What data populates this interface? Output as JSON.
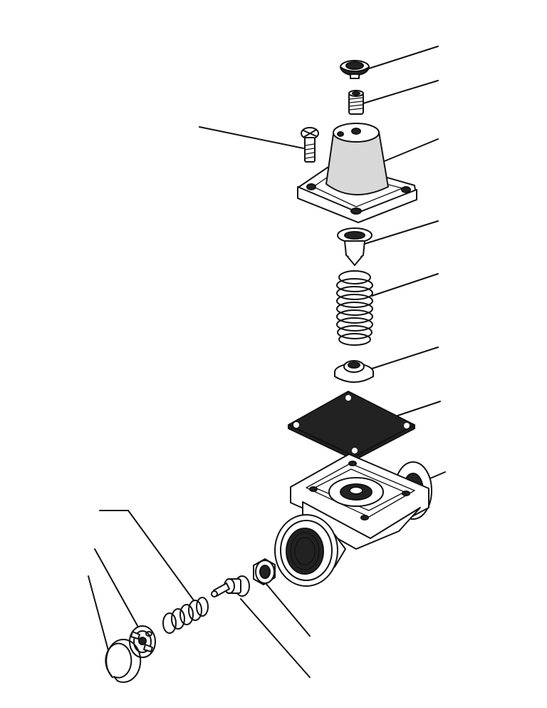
{
  "diagram": {
    "kind": "exploded-parts-view",
    "ink_color": "#111111",
    "background": "#ffffff",
    "parts": [
      {
        "id": "cap-screw",
        "icon": "screw-head-icon"
      },
      {
        "id": "set-screw",
        "icon": "threaded-pin-icon"
      },
      {
        "id": "mounting-screw",
        "icon": "cross-head-screw-icon"
      },
      {
        "id": "cover",
        "icon": "conical-cover-icon"
      },
      {
        "id": "piston",
        "icon": "piston-icon"
      },
      {
        "id": "spring-large",
        "icon": "coil-spring-icon"
      },
      {
        "id": "spring-seat",
        "icon": "washer-icon"
      },
      {
        "id": "diaphragm",
        "icon": "gasket-plate-icon"
      },
      {
        "id": "valve-body",
        "icon": "valve-body-icon"
      },
      {
        "id": "nut",
        "icon": "nut-icon"
      },
      {
        "id": "valve-stem",
        "icon": "valve-stem-icon"
      },
      {
        "id": "spring-small",
        "icon": "small-spring-icon"
      },
      {
        "id": "retainer-plate",
        "icon": "retainer-icon"
      },
      {
        "id": "snap-ring",
        "icon": "snap-ring-icon"
      }
    ]
  }
}
